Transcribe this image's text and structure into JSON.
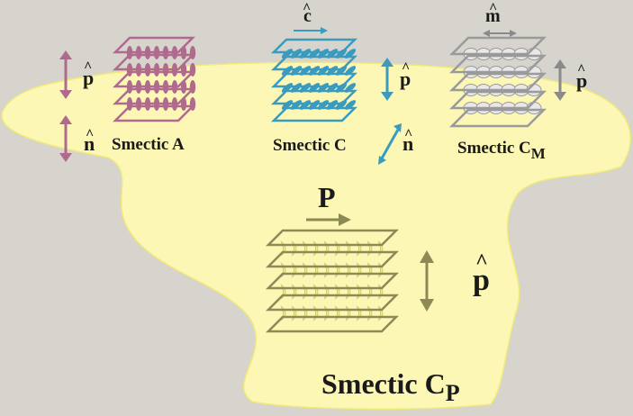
{
  "phases": {
    "smectic_a": {
      "name": "Smectic A",
      "color": "#b06a8e"
    },
    "smectic_c": {
      "name": "Smectic C",
      "color": "#3a9bbf"
    },
    "smectic_cm": {
      "name": "Smectic C",
      "subscript": "M",
      "color": "#9a9a9a"
    },
    "smectic_cp": {
      "name": "Smectic C",
      "subscript": "P",
      "color": "#8c8a55"
    }
  },
  "vectors": {
    "p_hat": "p",
    "n_hat": "n",
    "c_hat": "c",
    "m_hat": "m",
    "P": "P",
    "hat": "^"
  },
  "colors": {
    "background": "#d6d4cc",
    "blob": "#fcf7b4",
    "blob_edge": "#f1e97a",
    "banana": "#f2ee7c"
  }
}
